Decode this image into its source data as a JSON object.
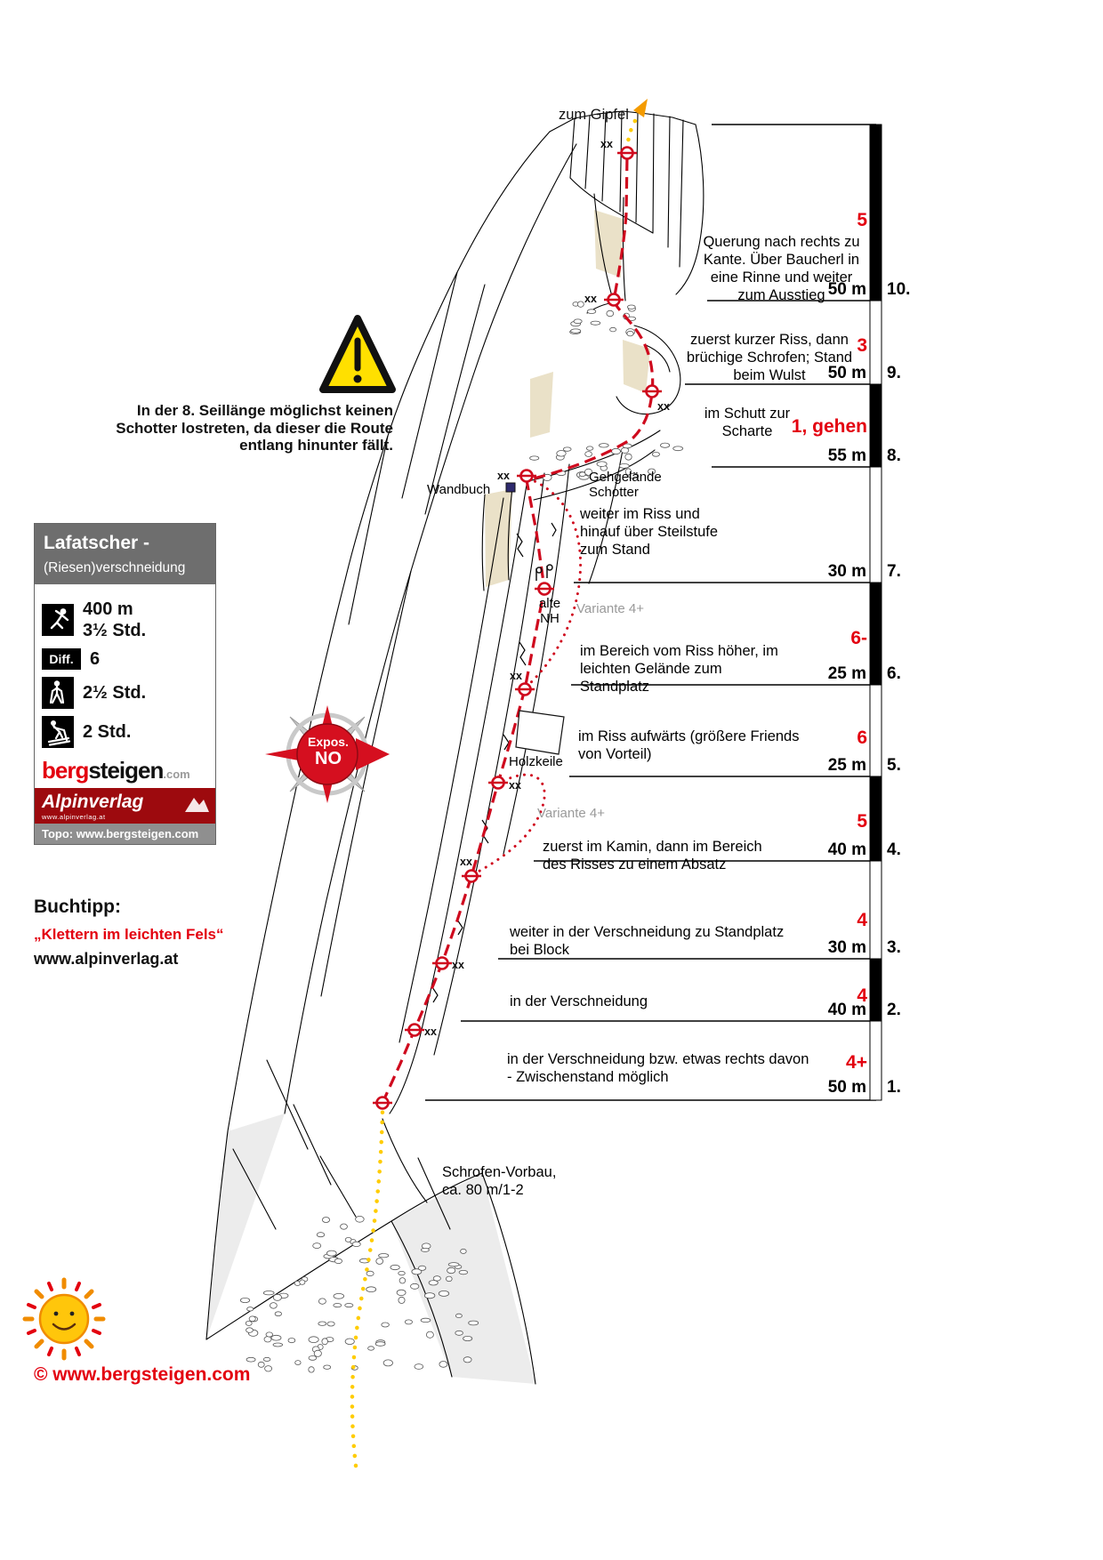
{
  "page": {
    "copyright": "©  www.bergsteigen.com"
  },
  "colors": {
    "route_red": "#cf0a1e",
    "brand_red": "#e3000f",
    "approach_yellow": "#ffcc00",
    "warning_yellow": "#ffe000"
  },
  "icons": {
    "warning": "warning-triangle-icon",
    "compass": "compass-rose-icon",
    "sun": "sun-logo-icon",
    "climber": "climbing-icon",
    "hiker": "hiking-icon",
    "skier": "ski-descent-icon"
  },
  "topo": {
    "summit_label": "zum Gipfel",
    "anchor_label": "xx",
    "labels": {
      "wandbuch": "Wandbuch",
      "gehgelaende": "Gehgelände Schotter",
      "alte_nh": "alte NH",
      "variante_upper": "Variante 4+",
      "variante_lower": "Variante 4+",
      "holzkeile": "Holzkeile",
      "vorbau": "Schrofen-Vorbau, ca. 80 m/1-2"
    }
  },
  "warning": {
    "text": "In der 8. Seillänge möglichst keinen Schotter lostreten, da dieser die Route entlang hinunter fällt."
  },
  "compass": {
    "line1": "Expos.",
    "line2": "NO"
  },
  "infobox": {
    "title_line1": "Lafatscher -",
    "title_line2": "(Riesen)verschneidung",
    "length": "400 m",
    "climb_time": "3½ Std.",
    "diff_label": "Diff.",
    "diff_value": "6",
    "approach_time": "2½ Std.",
    "descent_time": "2 Std.",
    "logo_berg": "berg",
    "logo_steigen": "steigen",
    "logo_com": ".com",
    "publisher": "Alpinverlag",
    "publisher_url": "www.alpinverlag.at",
    "topo_credit": "Topo: www.bergsteigen.com"
  },
  "booktip": {
    "heading": "Buchtipp:",
    "title": "„Klettern im leichten Fels“",
    "url": "www.alpinverlag.at"
  },
  "pitches": [
    {
      "num": "1.",
      "length": "50 m",
      "grade": "4+",
      "description": "in der Verschneidung bzw. etwas rechts davon - Zwischenstand möglich"
    },
    {
      "num": "2.",
      "length": "40 m",
      "grade": "4",
      "description": "in der Verschneidung"
    },
    {
      "num": "3.",
      "length": "30 m",
      "grade": "4",
      "description": "weiter in der Verschneidung zu Standplatz bei Block"
    },
    {
      "num": "4.",
      "length": "40 m",
      "grade": "5",
      "description": "zuerst im Kamin, dann im Bereich des Risses zu einem Absatz"
    },
    {
      "num": "5.",
      "length": "25 m",
      "grade": "6",
      "description": "im Riss aufwärts (größere Friends von Vorteil)"
    },
    {
      "num": "6.",
      "length": "25 m",
      "grade": "6-",
      "description": "im Bereich vom Riss höher, im leichten Gelände zum Standplatz"
    },
    {
      "num": "7.",
      "length": "30 m",
      "grade": "",
      "description": "weiter im Riss und hinauf über Steilstufe zum Stand"
    },
    {
      "num": "8.",
      "length": "55 m",
      "grade": "1, gehen",
      "description": "im Schutt zur Scharte"
    },
    {
      "num": "9.",
      "length": "50 m",
      "grade": "3",
      "description": "zuerst kurzer Riss, dann brüchige Schrofen; Stand beim Wulst"
    },
    {
      "num": "10.",
      "length": "50 m",
      "grade": "5",
      "description": "Querung nach rechts zu Kante. Über Baucherl in eine Rinne und weiter zum Ausstieg"
    }
  ]
}
